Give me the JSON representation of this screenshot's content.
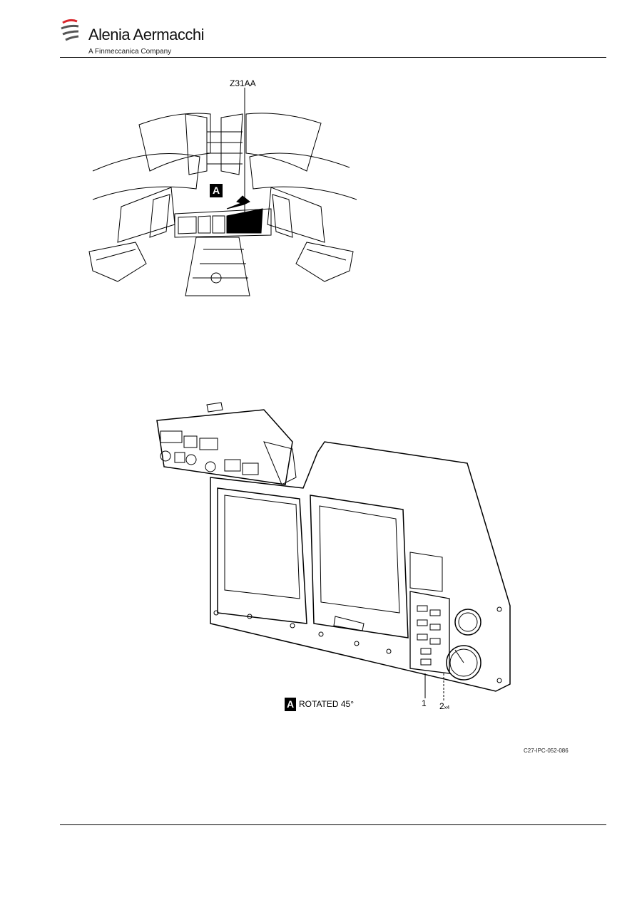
{
  "header": {
    "company_name": "Alenia Aermacchi",
    "company_tagline": "A Finmeccanica Company",
    "logo_accent_color": "#d9262c"
  },
  "figure": {
    "zone_reference": "Z31AA",
    "view_label": "A",
    "view_caption": "ROTATED 45°",
    "callouts": [
      {
        "label": "1",
        "suffix": ""
      },
      {
        "label": "2",
        "suffix": "x4"
      }
    ],
    "figure_id": "C27-IPC-052-086"
  }
}
